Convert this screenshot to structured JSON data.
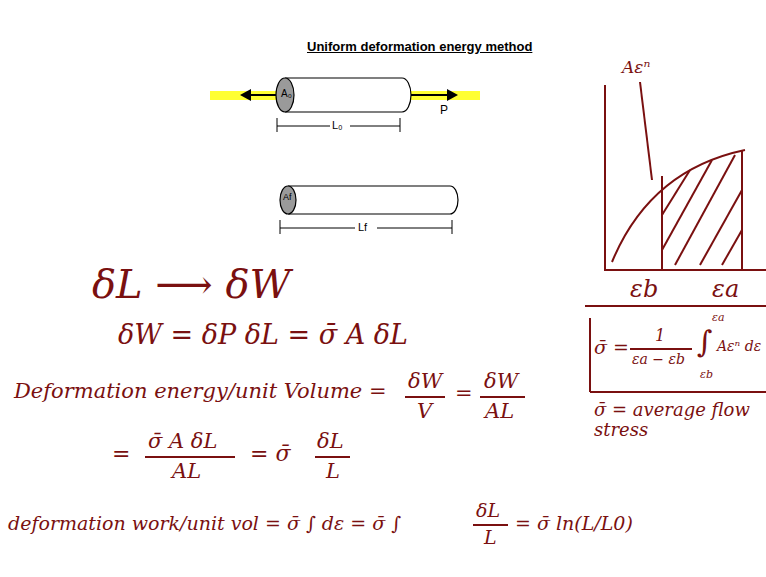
{
  "diagram": {
    "title": "Uniform deformation energy method",
    "labels": [
      "A₀",
      "L₀",
      "P",
      "Af",
      "Lf",
      "δL ⟶ δW",
      "δW = δP δL = σ̄ A δL",
      "Deformation energy/unit Volume =",
      "δW",
      "V",
      "=",
      "δW",
      "AL",
      "=",
      "σ̄ A δL",
      "AL",
      "= σ̄",
      "δL",
      "L",
      "deformation work/unit vol = σ̄ ∫ dε = σ̄ ∫",
      "δL",
      "L",
      "= σ̄ ln(L/L0)",
      "Aεⁿ",
      "εb",
      "εa",
      "σ̄ =",
      "1",
      "εa − εb",
      "εa",
      "∫",
      "εb",
      "Aεⁿ dε",
      "σ̄ = average flow stress"
    ]
  }
}
